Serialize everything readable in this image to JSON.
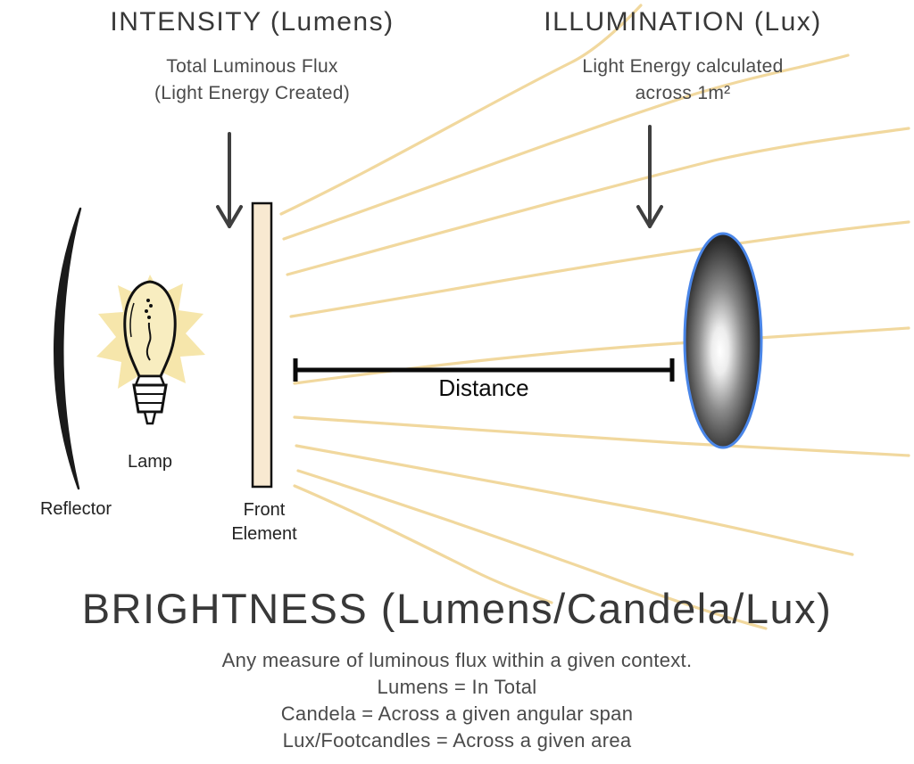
{
  "headings": {
    "intensity_title": "INTENSITY (Lumens)",
    "intensity_sub1": "Total Luminous Flux",
    "intensity_sub2": "(Light Energy Created)",
    "illumination_title": "ILLUMINATION (Lux)",
    "illumination_sub1": "Light Energy calculated",
    "illumination_sub2": "across 1m²",
    "brightness_title": "BRIGHTNESS (Lumens/Candela/Lux)",
    "brightness_line1": "Any measure of luminous flux within a given context.",
    "brightness_line2": "Lumens = In Total",
    "brightness_line3": "Candela = Across a given angular span",
    "brightness_line4": "Lux/Footcandles = Across a given area"
  },
  "labels": {
    "reflector": "Reflector",
    "lamp": "Lamp",
    "front_element_line1": "Front",
    "front_element_line2": "Element",
    "distance": "Distance"
  },
  "colors": {
    "ray": "#f1d89e",
    "glow": "#f6e5a6",
    "front_element_fill": "#f8e9d1",
    "ellipse_stroke": "#4a86e8",
    "arrow": "#3f3f3f",
    "text_dark": "#383838"
  }
}
